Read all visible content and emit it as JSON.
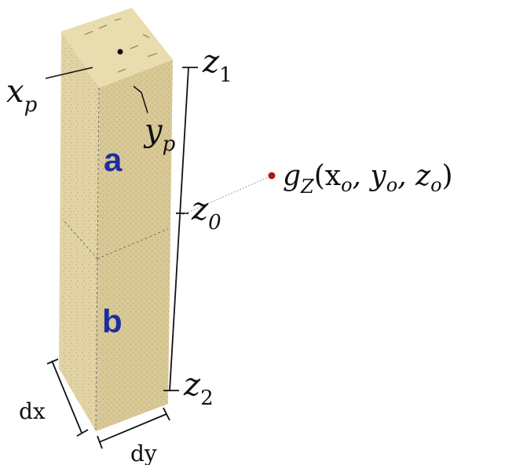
{
  "labels": {
    "xp_main": "x",
    "xp_sub": "p",
    "yp_main": "y",
    "yp_sub": "p",
    "z1_main": "z",
    "z1_sub": "1",
    "z0_main": "z",
    "z0_sub": "0",
    "z2_main": "z",
    "z2_sub": "2",
    "block_a": "a",
    "block_b": "b",
    "dx": "dx",
    "dy": "dy",
    "g_main": "g",
    "g_sub": "Z",
    "g_args": "(x",
    "g_o1": "o",
    "g_comma1": ", y",
    "g_o2": "o",
    "g_comma2": ", z",
    "g_o3": "o",
    "g_close": ")"
  },
  "colors": {
    "block_face": "#e3d4a6",
    "block_top": "#e8dcae",
    "block_side": "#d8c896",
    "speckle": "#b9a676",
    "letter_blue": "#1d2f9e",
    "observation_point": "#b01818",
    "line": "#111111"
  }
}
